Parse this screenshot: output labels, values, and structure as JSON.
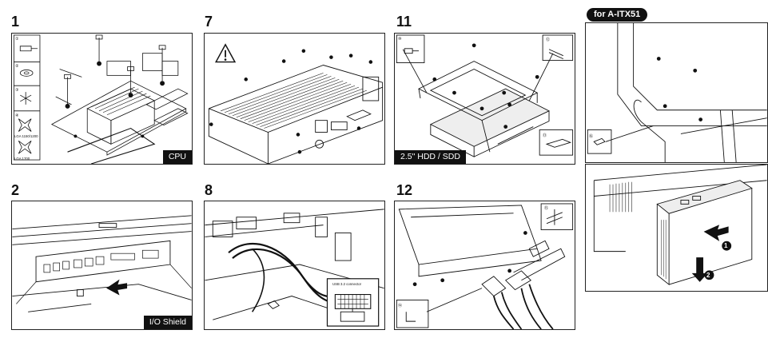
{
  "steps": [
    {
      "number": "1",
      "caption": "CPU",
      "labels": [
        "①",
        "②",
        "③",
        "④",
        "LGA 1150/1200",
        "LGA 1700"
      ]
    },
    {
      "number": "7",
      "caption": ""
    },
    {
      "number": "11",
      "caption": "2.5\" HDD / SDD",
      "labels": [
        "⑩",
        "⑫",
        "⑬"
      ]
    },
    {
      "number": "2",
      "caption": "I/O Shield"
    },
    {
      "number": "8",
      "caption": "",
      "inset_label": "USB 3.2 connector"
    },
    {
      "number": "12",
      "caption": "",
      "labels": [
        "⑮",
        "⑭"
      ]
    }
  ],
  "side_panel": {
    "title": "for A-ITX51",
    "labels": [
      "⑯"
    ],
    "markers": [
      "1",
      "2"
    ]
  },
  "colors": {
    "ink": "#111111",
    "panel_border": "#222222",
    "caption_bg": "#111111",
    "caption_text": "#ffffff"
  }
}
